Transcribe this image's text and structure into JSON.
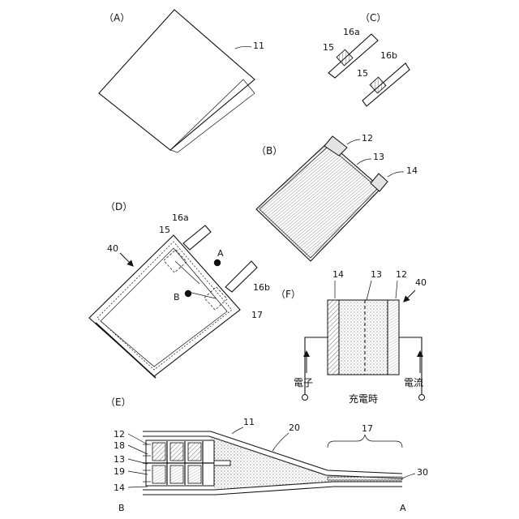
{
  "figure": {
    "panels": {
      "a": "（A）",
      "b": "（B）",
      "c": "（C）",
      "d": "（D）",
      "e": "（E）",
      "f": "（F）"
    },
    "refs": {
      "r11": "11",
      "r12": "12",
      "r13": "13",
      "r14": "14",
      "r15": "15",
      "r16a": "16a",
      "r16b": "16b",
      "r17": "17",
      "r18": "18",
      "r19": "19",
      "r20": "20",
      "r30": "30",
      "r40": "40"
    },
    "points": {
      "a": "A",
      "b": "B"
    },
    "f_labels": {
      "electron": "電子",
      "current": "電流",
      "charging": "充電時"
    }
  }
}
